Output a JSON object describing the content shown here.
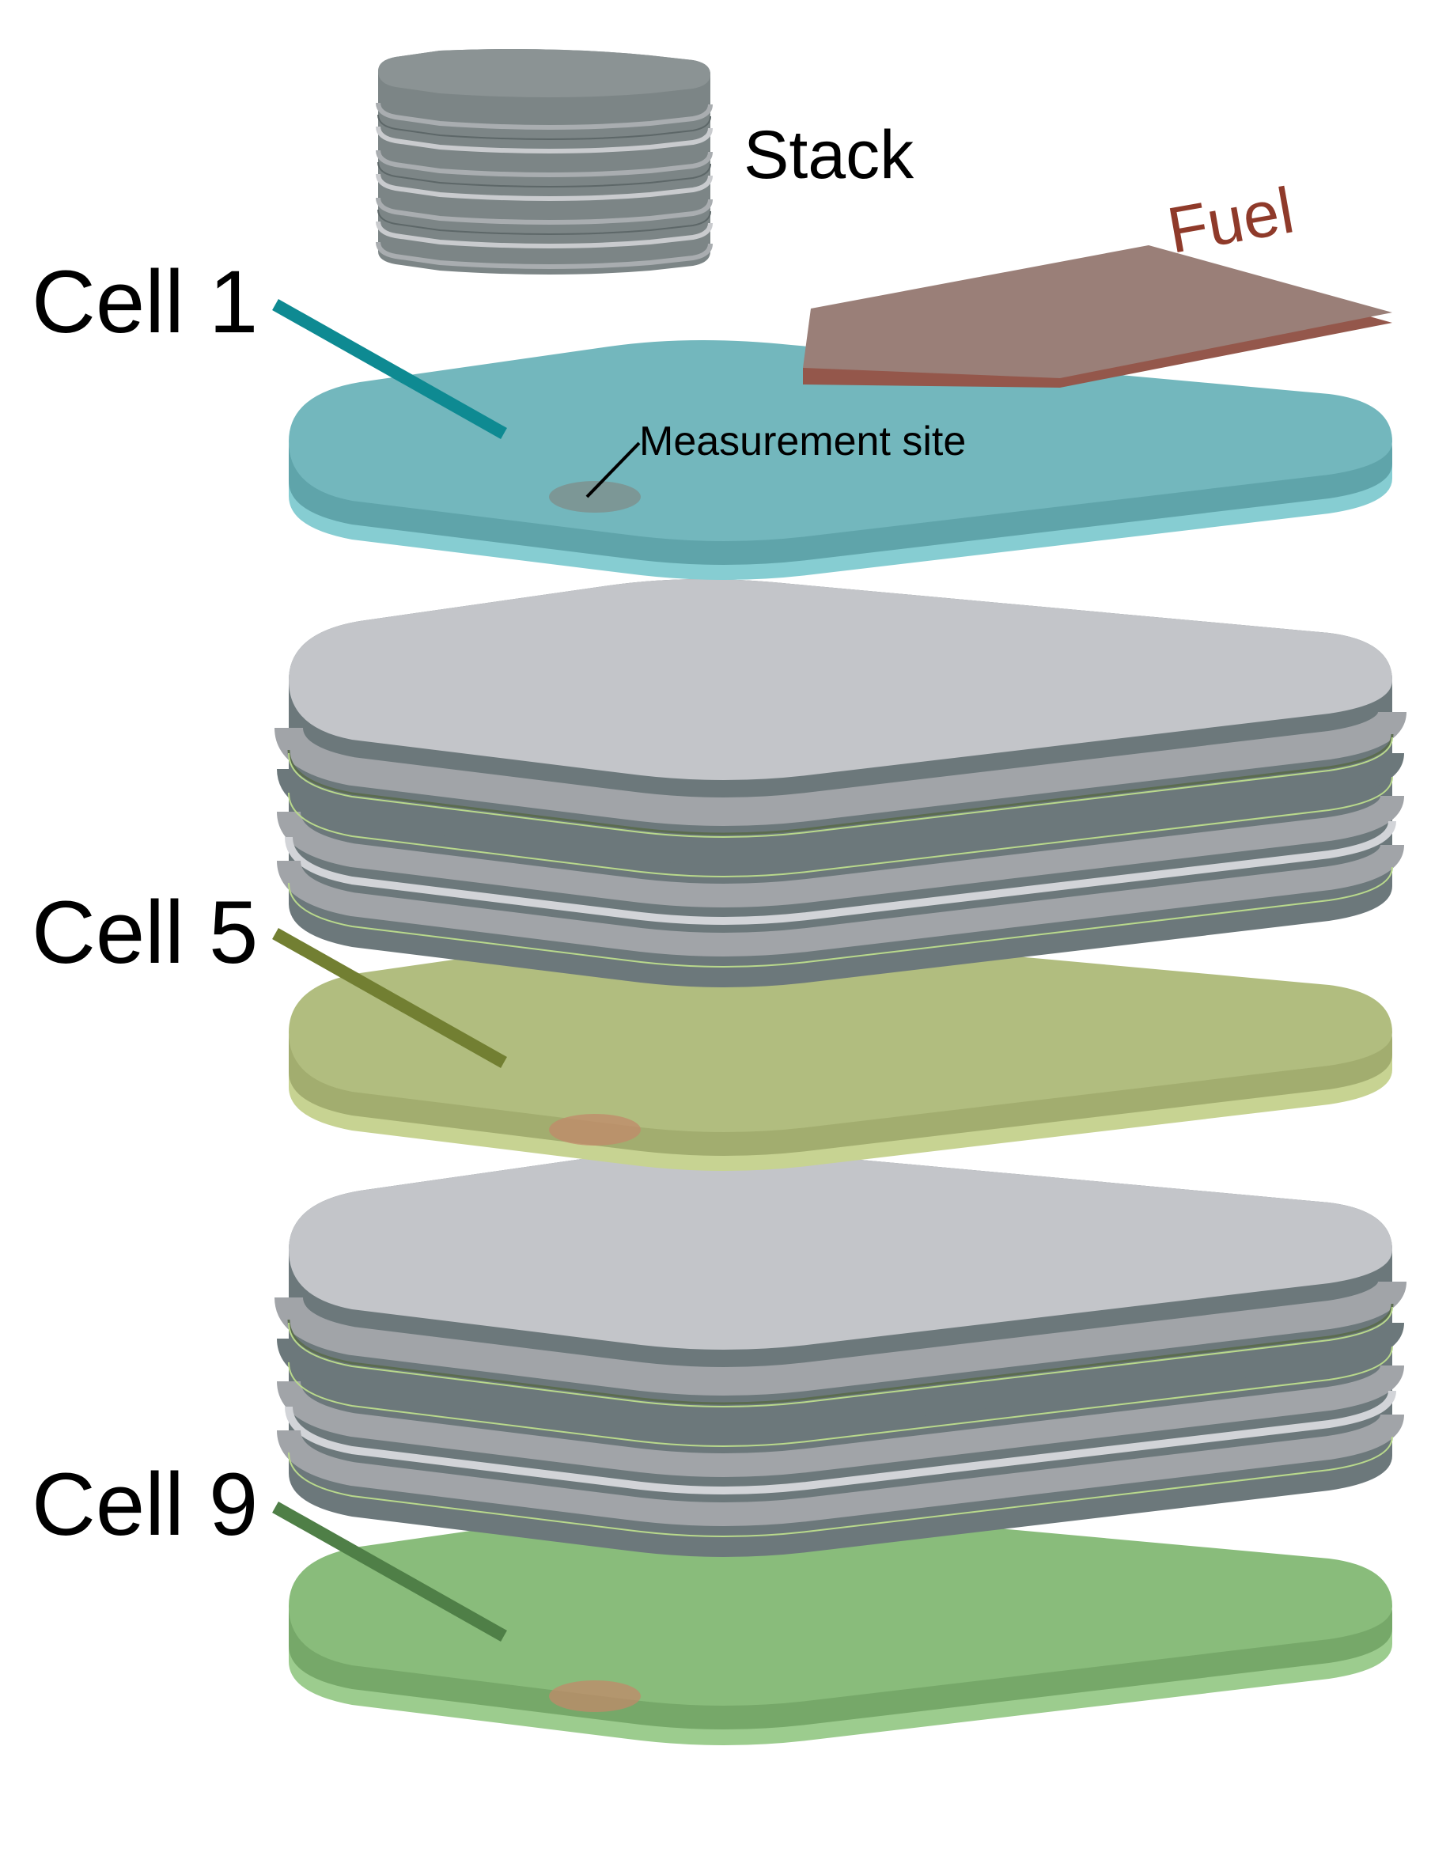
{
  "labels": {
    "stack": "Stack",
    "fuel": "Fuel",
    "cell1": "Cell 1",
    "cell5": "Cell 5",
    "cell9": "Cell 9",
    "measurement_site": "Measurement site"
  },
  "colors": {
    "cell1": "#73b7bd",
    "cell1_leader": "#0e8a92",
    "cell5": "#b1bd7f",
    "cell5_leader": "#727f32",
    "cell9": "#89bc7b",
    "cell9_leader": "#4f7f47",
    "fuel": "#9a7f78",
    "fuel_edge": "#94574b",
    "fuel_text": "#8f3a2a",
    "gray_top": "#c3c5c9",
    "gray_mid": "#a1a4a8",
    "gray_dark": "#6c787b",
    "gray_light": "#d2d4d8",
    "measurement_spot": "#c18a6a"
  }
}
